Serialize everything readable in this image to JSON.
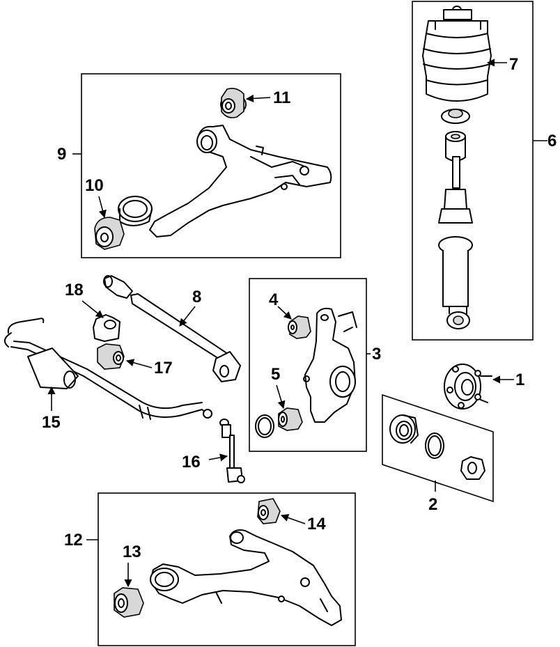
{
  "callouts": {
    "c1": "1",
    "c2": "2",
    "c3": "3",
    "c4": "4",
    "c5": "5",
    "c6": "6",
    "c7": "7",
    "c8": "8",
    "c9": "9",
    "c10": "10",
    "c11": "11",
    "c12": "12",
    "c13": "13",
    "c14": "14",
    "c15": "15",
    "c16": "16",
    "c17": "17",
    "c18": "18"
  },
  "icons": {
    "bushing": "bushing-icon",
    "hub": "wheel-hub-icon",
    "shock": "shock-absorber-icon"
  }
}
